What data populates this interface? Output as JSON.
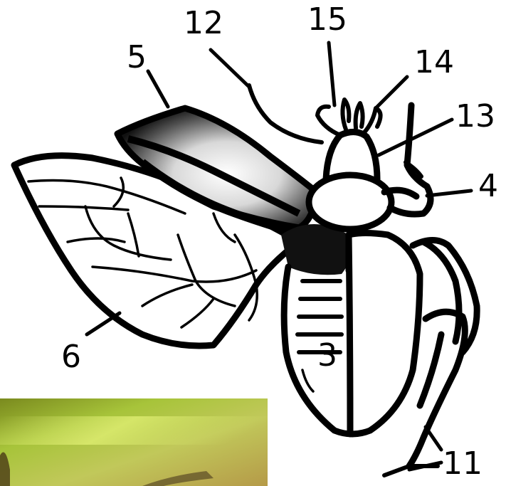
{
  "labels": {
    "l12": "12",
    "l15": "15",
    "l14": "14",
    "l13": "13",
    "l5": "5",
    "l4": "4",
    "l6": "6",
    "l3": "3",
    "l11": "11"
  },
  "colors": {
    "ink": "#000000",
    "paper": "#ffffff",
    "photo_green": "#9fbf3a"
  }
}
